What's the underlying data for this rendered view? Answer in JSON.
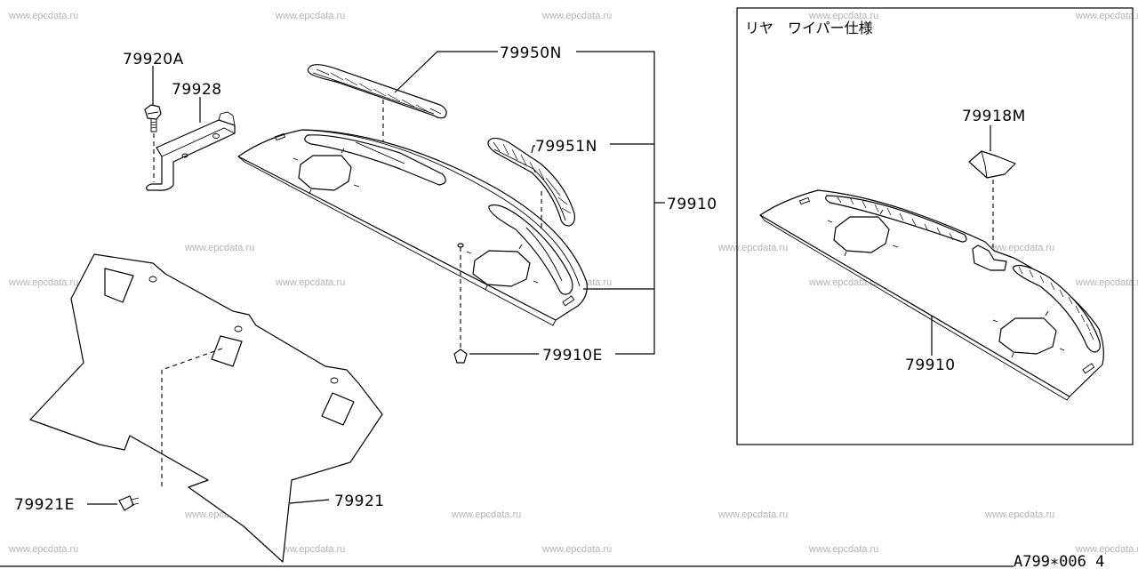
{
  "watermark": "www.epcdata.ru",
  "diagram_code": "A799∗006 4",
  "inset": {
    "title": "リヤ　ワイパー仕様"
  },
  "labels": {
    "p79920A": "79920A",
    "p79928": "79928",
    "p79950N": "79950N",
    "p79951N": "79951N",
    "p79910": "79910",
    "p79910E": "79910E",
    "p79921": "79921",
    "p79921E": "79921E",
    "p79918M": "79918M",
    "p79910_inset": "79910"
  }
}
